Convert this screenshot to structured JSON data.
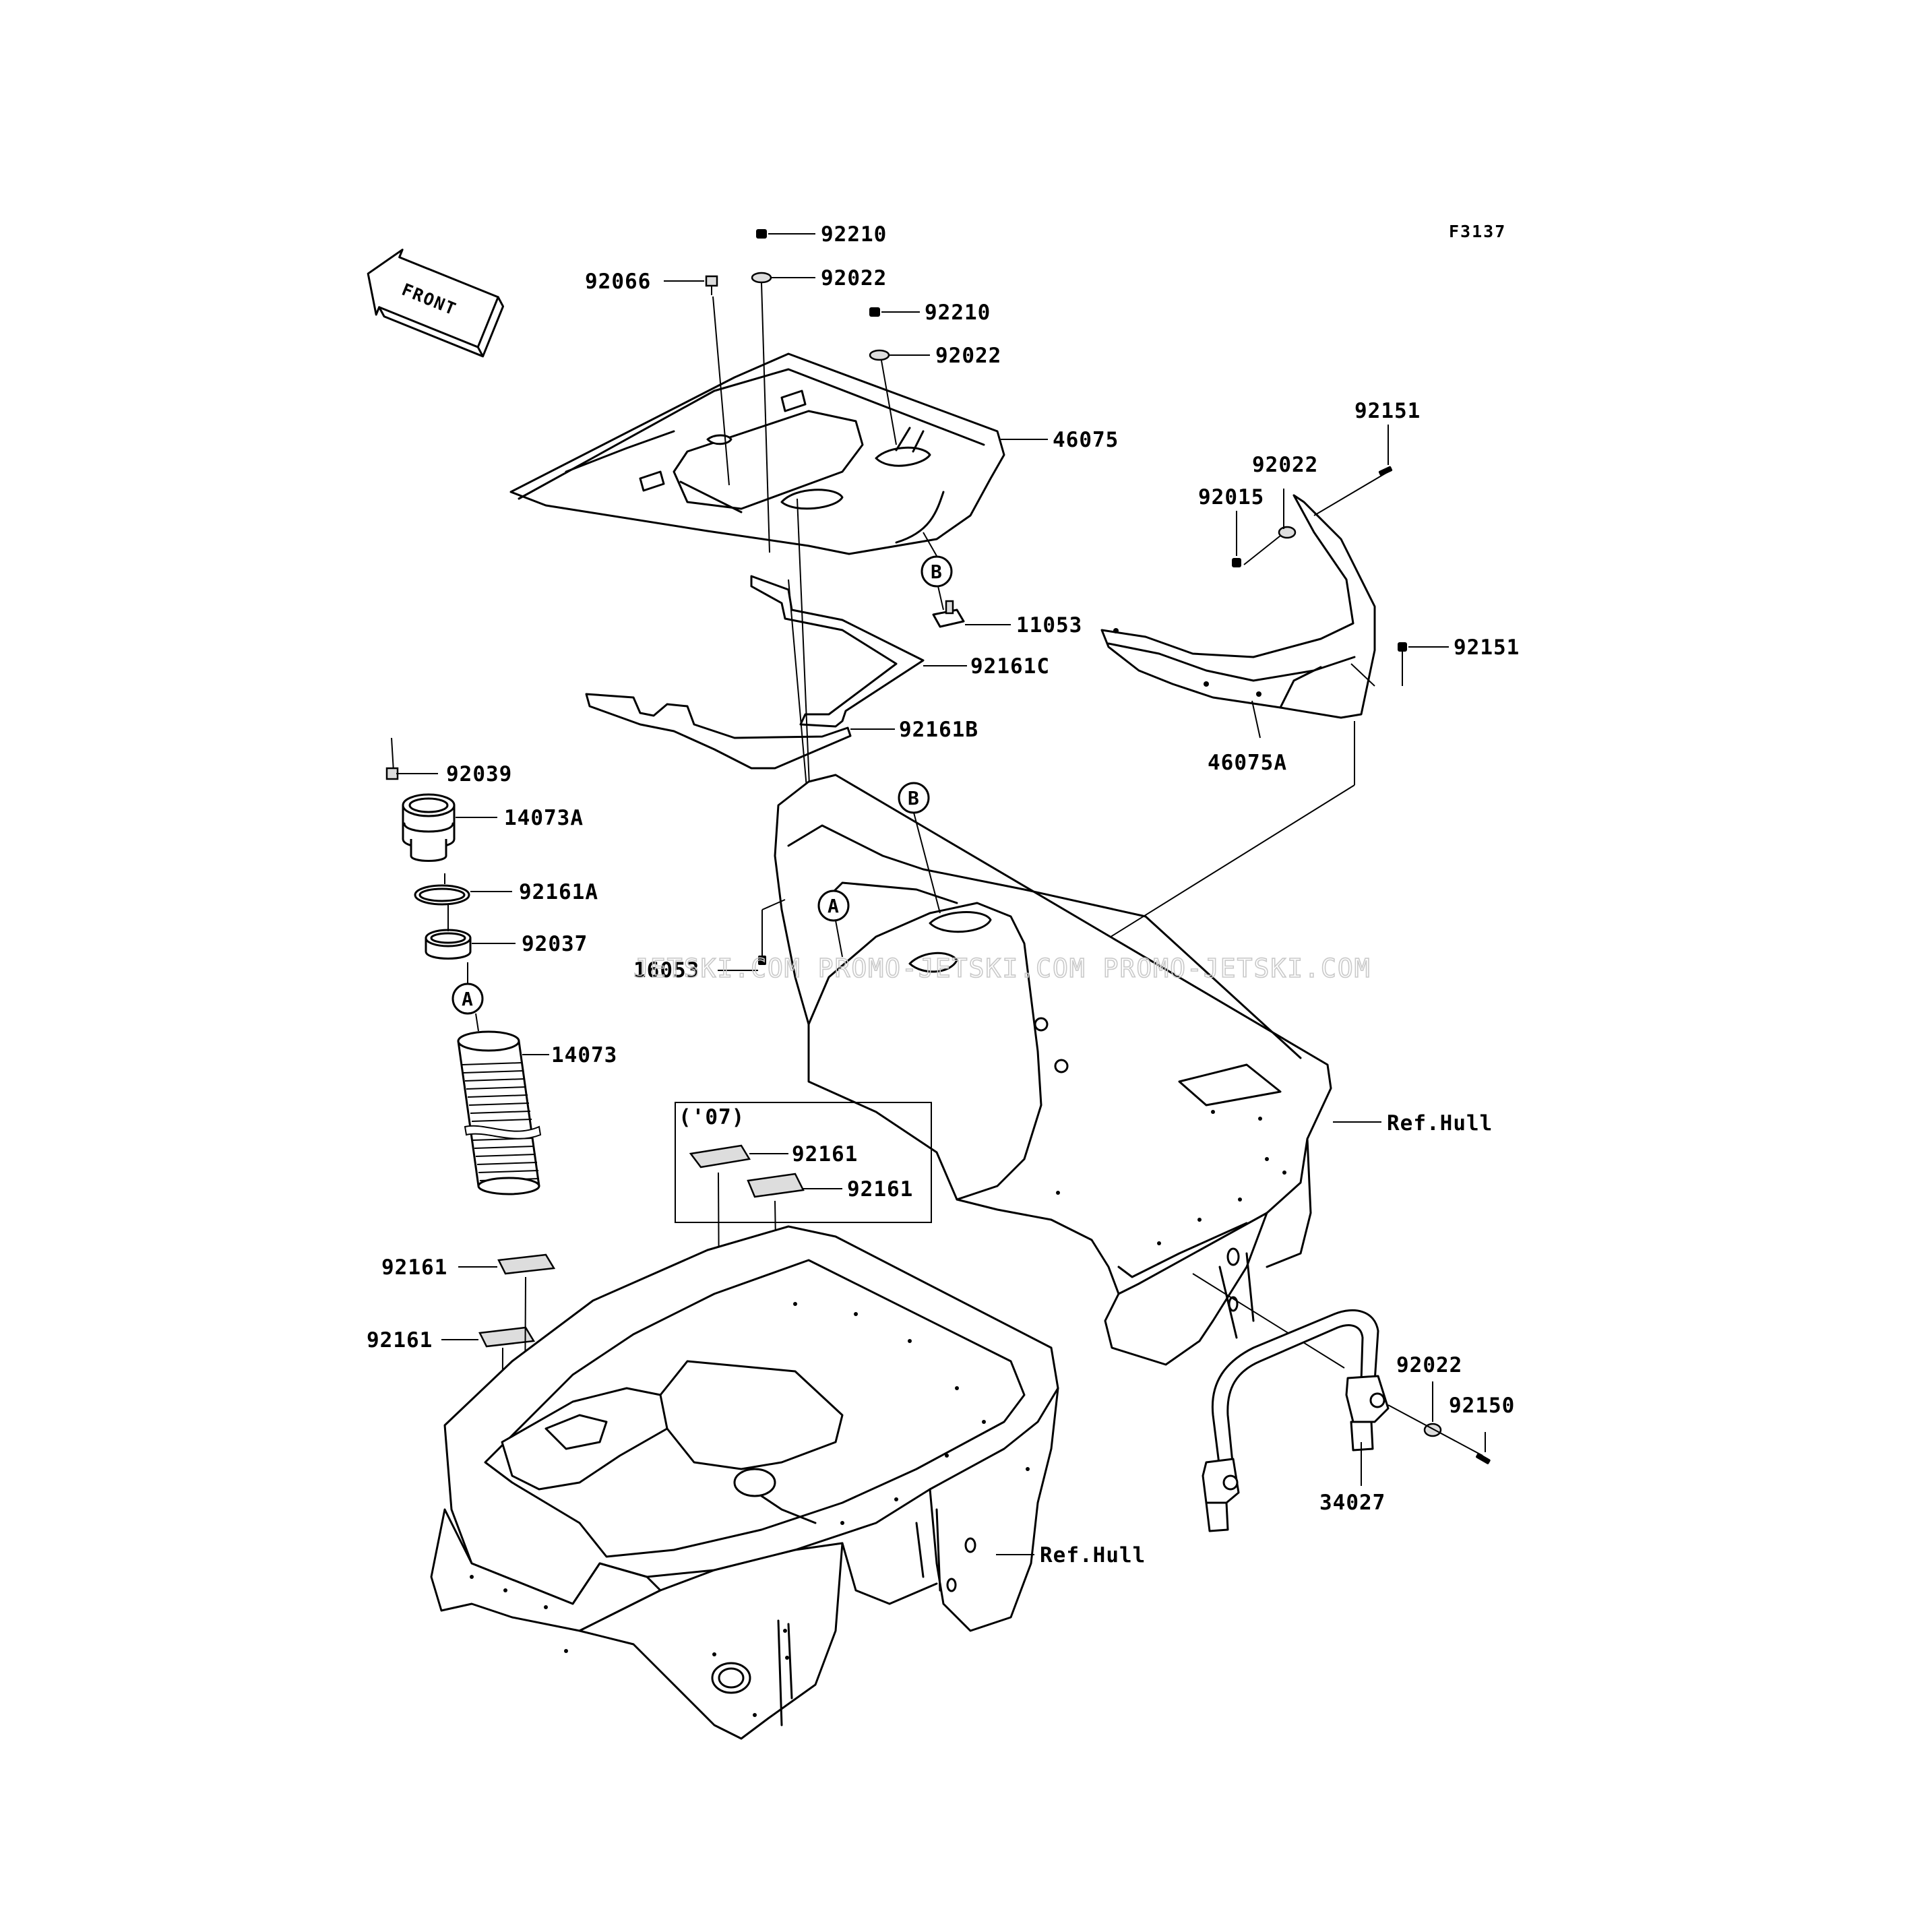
{
  "figure_code": "F3137",
  "direction_label": "FRONT",
  "watermark": "JETSKI.COM  PROMO-JETSKI.COM  PROMO-JETSKI.COM",
  "year_box_label": "('07)",
  "callouts": {
    "a": "A",
    "b": "B"
  },
  "parts": {
    "p92210_a": "92210",
    "p92022_a": "92022",
    "p92066": "92066",
    "p92210_b": "92210",
    "p92022_b": "92022",
    "p46075": "46075",
    "p92151_a": "92151",
    "p92022_c": "92022",
    "p92015": "92015",
    "p11053": "11053",
    "p92161c": "92161C",
    "p92151_b": "92151",
    "p92161b": "92161B",
    "p46075a": "46075A",
    "p92039": "92039",
    "p14073a": "14073A",
    "p92161a": "92161A",
    "p92037": "92037",
    "p16053": "16053",
    "p14073": "14073",
    "ref_hull_a": "Ref.Hull",
    "p92161_y1": "92161",
    "p92161_y2": "92161",
    "p92161_c": "92161",
    "p92161_d": "92161",
    "p92022_d": "92022",
    "p92150": "92150",
    "p34027": "34027",
    "ref_hull_b": "Ref.Hull"
  }
}
